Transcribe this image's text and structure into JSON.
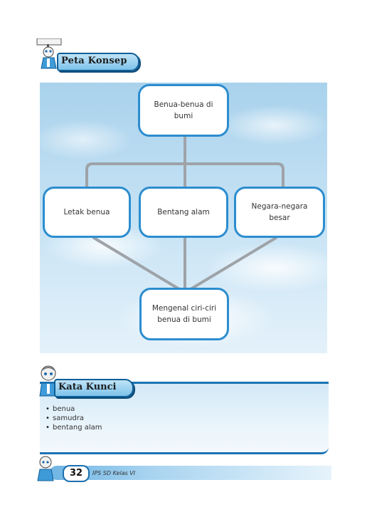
{
  "header": {
    "title": "Peta Konsep"
  },
  "concept_map": {
    "root": "Benua-benua di bumi",
    "children": [
      "Letak benua",
      "Bentang alam",
      "Negara-negara besar"
    ],
    "conclusion_line1": "Mengenal ciri-ciri",
    "conclusion_line2": "benua di bumi"
  },
  "key_terms": {
    "title": "Kata Kunci",
    "items": [
      "benua",
      "samudra",
      "bentang alam"
    ]
  },
  "footer": {
    "page_number": "32",
    "book_label": "IPS SD Kelas VI"
  },
  "colors": {
    "node_border": "#2c8dcf",
    "connector": "#9ea3a8",
    "ribbon_border": "#0f5f97"
  }
}
